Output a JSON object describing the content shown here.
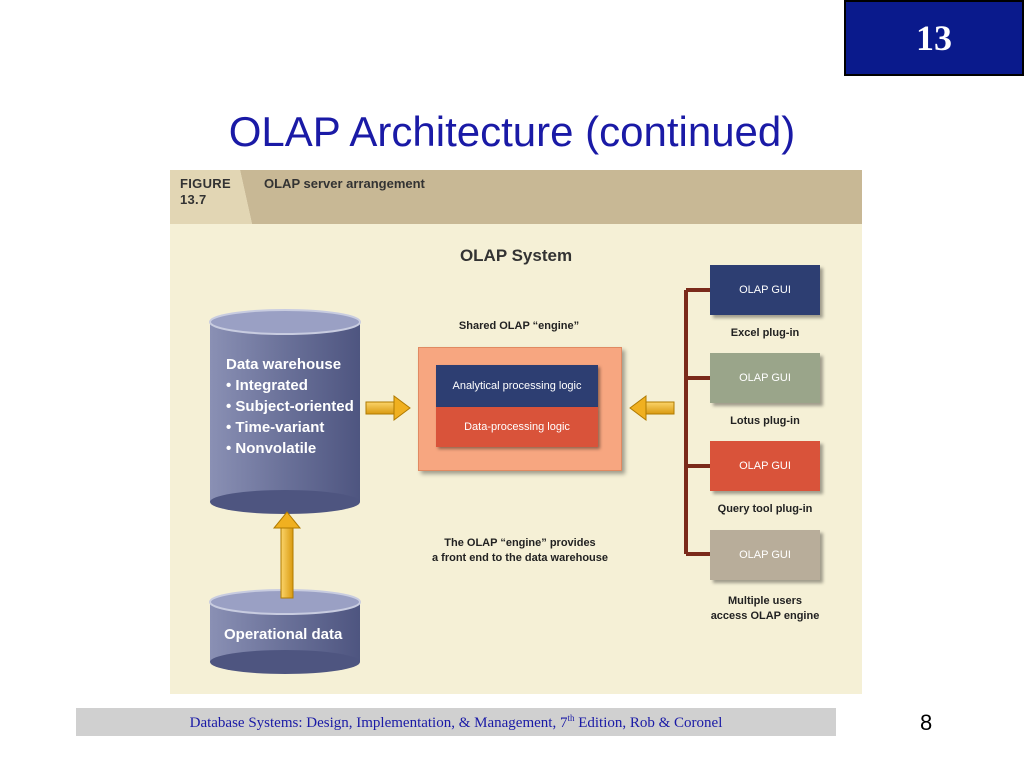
{
  "slide": {
    "chapter": "13",
    "title": "OLAP Architecture (continued)",
    "page_number": "8"
  },
  "figure": {
    "label_line1": "FIGURE",
    "label_line2": "13.7",
    "caption": "OLAP server arrangement",
    "diagram_title": "OLAP System",
    "warehouse": {
      "title": "Data warehouse",
      "bullets": [
        "Integrated",
        "Subject-oriented",
        "Time-variant",
        "Nonvolatile"
      ]
    },
    "operational": "Operational data",
    "engine": {
      "label": "Shared OLAP “engine”",
      "top": "Analytical processing logic",
      "bottom": "Data-processing logic",
      "note_line1": "The OLAP “engine” provides",
      "note_line2": "a front end to the data warehouse"
    },
    "guis": [
      {
        "label": "OLAP GUI",
        "caption": "Excel plug-in",
        "color": "#2d3e72"
      },
      {
        "label": "OLAP GUI",
        "caption": "Lotus plug-in",
        "color": "#9aa58a"
      },
      {
        "label": "OLAP GUI",
        "caption": "Query tool plug-in",
        "color": "#d9533a"
      },
      {
        "label": "OLAP GUI",
        "caption_line1": "Multiple users",
        "caption_line2": "access OLAP engine",
        "color": "#b8ad9a"
      }
    ]
  },
  "footer": {
    "text_before_sup": "Database Systems: Design, Implementation, & Management, 7",
    "sup": "th",
    "text_after_sup": " Edition, Rob & Coronel"
  },
  "colors": {
    "title_blue": "#1a1aa6",
    "chapter_box": "#0a1a8c",
    "figure_bg": "#f5f0d6",
    "header_band": "#c8b895",
    "cylinder": "#6a7199",
    "connector": "#7a2a1a",
    "arrow": "#f0b020"
  }
}
